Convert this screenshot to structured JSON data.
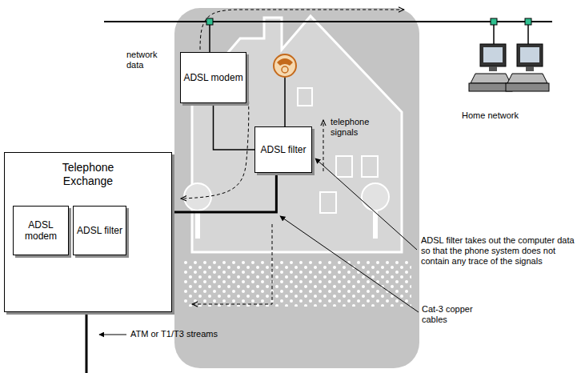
{
  "diagram": {
    "nodes": [
      {
        "text": [
          "ADSL modem"
        ]
      },
      {
        "text": [
          "ADSL filter"
        ]
      },
      {
        "text": [
          "Telephone Exchange"
        ]
      },
      {
        "text": [
          "ADSL modem"
        ],
        "in": 2
      },
      {
        "text": [
          "ADSL filter"
        ],
        "in": 2
      }
    ],
    "edges": [
      {
        "from": 0,
        "to": 1,
        "arrow": "none"
      },
      {
        "from": 1,
        "to": 2,
        "arrow": "none"
      }
    ],
    "labels": [
      "network data",
      "telephone signals",
      "Home network",
      "ADSL filter takes out the computer data so that the phone system does not contain any trace of the signals",
      "Cat-3 copper cables",
      "ATM or T1/T3 streams"
    ]
  }
}
